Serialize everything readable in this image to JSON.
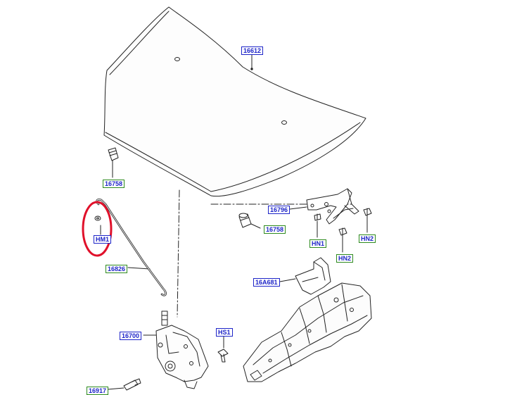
{
  "callouts": {
    "hood": "16612",
    "hood_bumper_left": "16758",
    "hood_bumper_right": "16758",
    "hinge": "16796",
    "nut_hn1": "HN1",
    "nut_hn2_upper": "HN2",
    "nut_hn2_lower": "HN2",
    "clip_hm1": "HM1",
    "prop_rod": "16826",
    "hinge_bracket": "16A681",
    "latch": "16700",
    "screw_hs1": "HS1",
    "release_cable": "16917"
  },
  "colors": {
    "line": "#222222",
    "callout_text": "#1d24c8",
    "callout_border_part": "#1d24c8",
    "callout_border_fastener": "#2d8a1e",
    "highlight_circle": "#e0102a"
  }
}
